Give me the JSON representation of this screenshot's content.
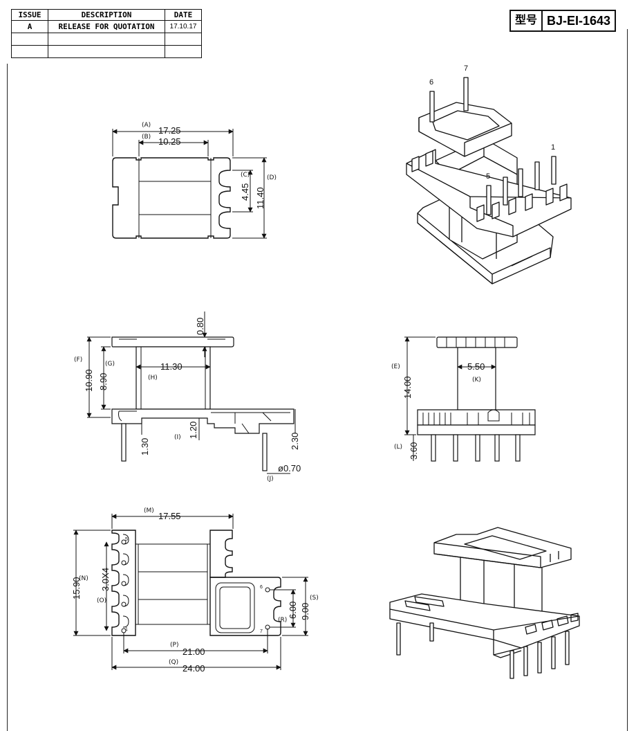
{
  "revision_table": {
    "headers": [
      "ISSUE",
      "DESCRIPTION",
      "DATE"
    ],
    "rows": [
      [
        "A",
        "RELEASE FOR QUOTATION",
        "17.10.17"
      ],
      [
        "",
        "",
        ""
      ],
      [
        "",
        "",
        ""
      ]
    ]
  },
  "part_number": {
    "label": "型号",
    "value": "BJ-EI-1643"
  },
  "top_view": {
    "dims": {
      "A": "17.25",
      "B": "10.25",
      "C": "4.45",
      "D": "11.40"
    },
    "tags": {
      "A": "(A)",
      "B": "(B)",
      "C": "(C)",
      "D": "(D)"
    }
  },
  "front_view": {
    "dims": {
      "E": "0.80",
      "F": "10.90",
      "G": "8.90",
      "H": "11.30",
      "I": "1.20",
      "J": "ø0.70",
      "pin": "1.30",
      "base": "2.30"
    },
    "tags": {
      "F": "(F)",
      "G": "(G)",
      "H": "(H)",
      "I": "(I)",
      "J": "(J)"
    }
  },
  "side_view": {
    "dims": {
      "E": "14.00",
      "K": "5.50",
      "L": "3.60"
    },
    "tags": {
      "E": "(E)",
      "K": "(K)",
      "L": "(L)"
    }
  },
  "bottom_view": {
    "dims": {
      "M": "17.55",
      "N": "15.90",
      "O": "3.0X4",
      "P": "21.00",
      "Q": "24.00",
      "R": "6.00",
      "S": "9.00"
    },
    "tags": {
      "M": "(M)",
      "N": "(N)",
      "O": "(O)",
      "P": "(P)",
      "Q": "(Q)",
      "R": "(R)",
      "S": "(S)"
    },
    "pins": {
      "p5": "5",
      "p1": "1",
      "p6": "6",
      "p7": "7"
    }
  },
  "iso_top": {
    "pins": {
      "p6": "6",
      "p7": "7",
      "p5": "5",
      "p1": "1"
    }
  }
}
